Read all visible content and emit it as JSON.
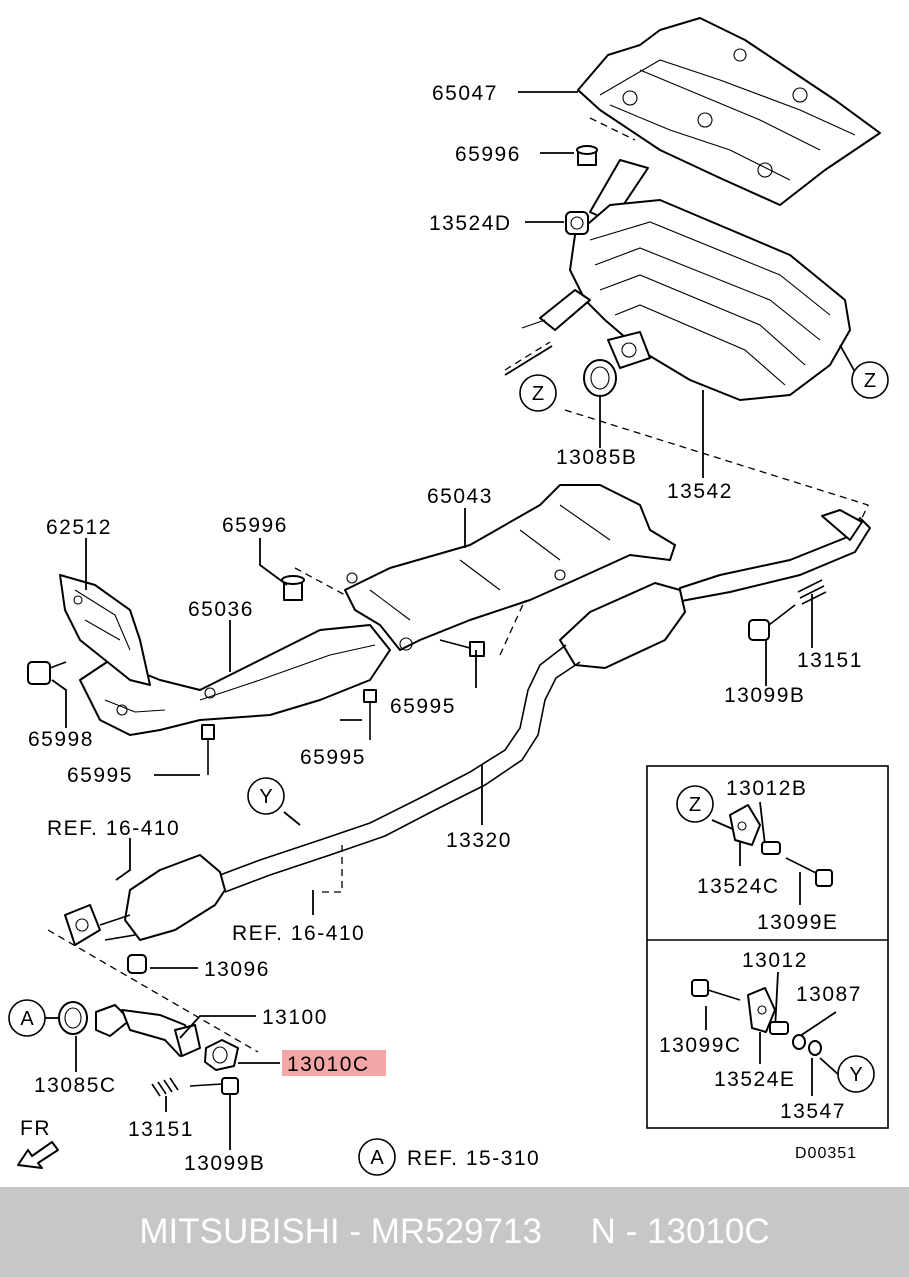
{
  "diagram": {
    "part_labels": {
      "p65047": "65047",
      "p65996_top": "65996",
      "p13524D": "13524D",
      "p13085B": "13085B",
      "p13542": "13542",
      "p65043": "65043",
      "p62512": "62512",
      "p65996_mid": "65996",
      "p65036": "65036",
      "p65998": "65998",
      "p65995_a": "65995",
      "p65995_b": "65995",
      "p65995_c": "65995",
      "p13151_right": "13151",
      "p13099B_right": "13099B",
      "p13320": "13320",
      "ref16410_a": "REF. 16-410",
      "ref16410_b": "REF. 16-410",
      "p13096": "13096",
      "p13100": "13100",
      "p13010C": "13010C",
      "p13085C": "13085C",
      "p13151_left": "13151",
      "p13099B_left": "13099B",
      "fr": "FR",
      "ref15310": "REF. 15-310",
      "p13012B": "13012B",
      "p13524C": "13524C",
      "p13099E": "13099E",
      "p13012": "13012",
      "p13087": "13087",
      "p13099C": "13099C",
      "p13524E": "13524E",
      "p13547": "13547",
      "drawing_code": "D00351"
    },
    "callouts": {
      "z1": "Z",
      "z2": "Z",
      "z3": "Z",
      "y1": "Y",
      "y2": "Y",
      "a1": "A",
      "a2": "A"
    },
    "highlight_color": "#f4a6a6"
  },
  "footer": {
    "brand": "MITSUBISHI",
    "separator": " - ",
    "part_number": "MR529713",
    "spacer": "     ",
    "ref_prefix": "N - ",
    "ref_code": "13010C"
  }
}
